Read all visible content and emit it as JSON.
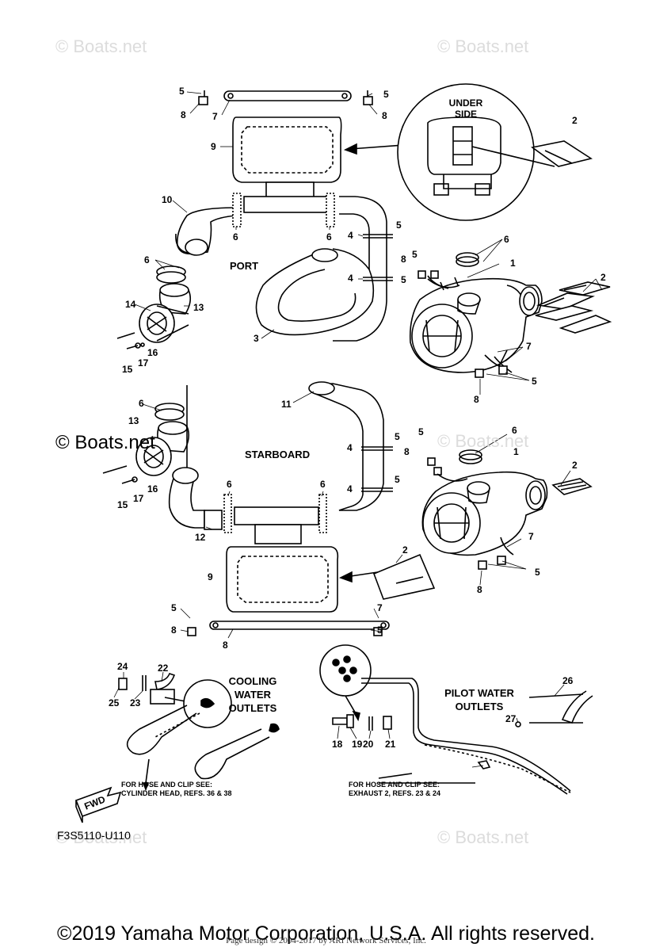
{
  "watermarks": [
    "© Boats.net",
    "© Boats.net",
    "© Boats.net",
    "© Boats.net",
    "© Boats.net",
    "© Boats.net"
  ],
  "center_watermark": "© Boats.net",
  "labels": {
    "under_side_1": "UNDER",
    "under_side_2": "SIDE",
    "port": "PORT",
    "starboard": "STARBOARD",
    "cooling_1": "COOLING",
    "cooling_2": "WATER",
    "cooling_3": "OUTLETS",
    "pilot_1": "PILOT WATER",
    "pilot_2": "OUTLETS",
    "fwd": "FWD"
  },
  "notes": {
    "cooling_1": "FOR HOSE AND CLIP SEE:",
    "cooling_2": "CYLINDER HEAD, REFS. 36 & 38",
    "pilot_1": "FOR HOSE AND CLIP SEE:",
    "pilot_2": "EXHAUST 2, REFS. 23 & 24"
  },
  "diagram_code": "F3S5110-U110",
  "copyright": "©2019 Yamaha Motor Corporation, U.S.A. All rights reserved.",
  "credit": "Page design © 2004-2017 by ARI Network Services, Inc.",
  "callouts": [
    "5",
    "8",
    "7",
    "5",
    "8",
    "2",
    "9",
    "10",
    "6",
    "6",
    "4",
    "5",
    "6",
    "8",
    "5",
    "1",
    "6",
    "4",
    "5",
    "2",
    "14",
    "13",
    "3",
    "7",
    "16",
    "17",
    "15",
    "5",
    "8",
    "6",
    "13",
    "11",
    "6",
    "5",
    "4",
    "8",
    "5",
    "1",
    "16",
    "17",
    "15",
    "4",
    "5",
    "2",
    "6",
    "6",
    "12",
    "7",
    "9",
    "2",
    "5",
    "8",
    "5",
    "8",
    "7",
    "5",
    "8",
    "24",
    "22",
    "25",
    "23",
    "26",
    "27",
    "18",
    "19",
    "20",
    "21"
  ]
}
